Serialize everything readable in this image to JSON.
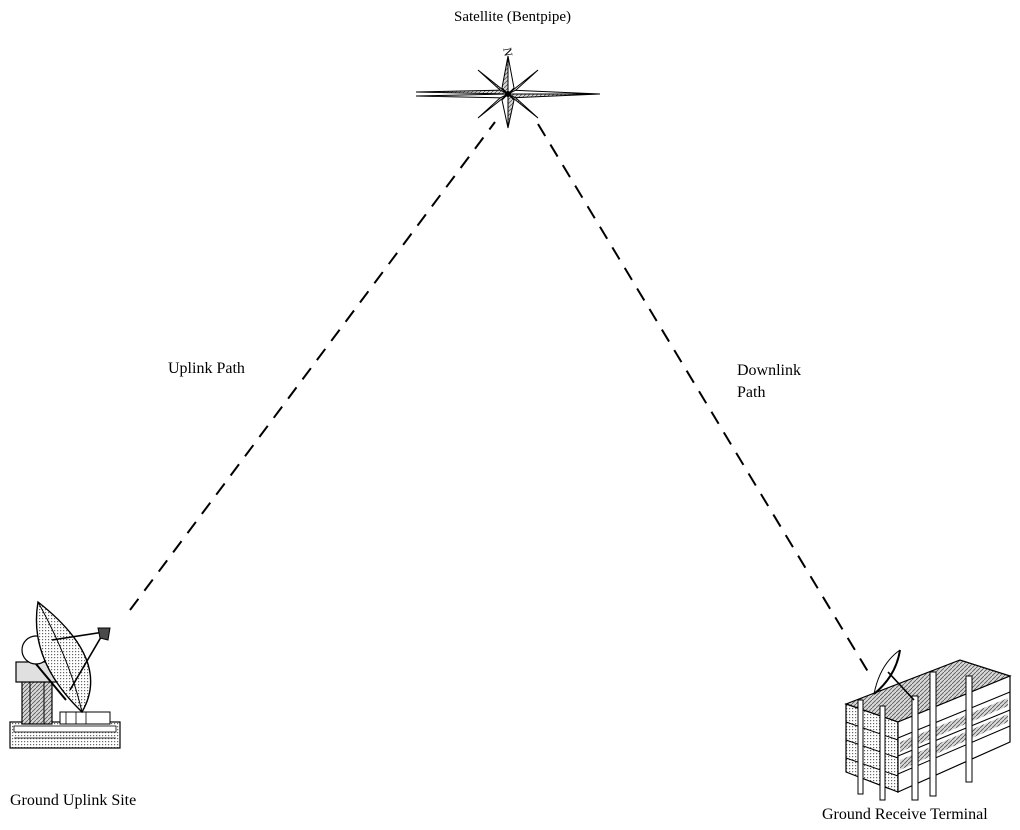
{
  "nodes": {
    "satellite": {
      "label": "Satellite (Bentpipe)",
      "icon": "compass-rose-satellite-icon",
      "compass_letter": "N"
    },
    "uplink_site": {
      "label": "Ground Uplink Site",
      "icon": "satellite-dish-icon"
    },
    "receive_terminal": {
      "label": "Ground Receive Terminal",
      "icon": "building-with-antenna-icon"
    }
  },
  "edges": {
    "uplink": {
      "label": "Uplink Path",
      "style": "dashed"
    },
    "downlink": {
      "label_line1": "Downlink",
      "label_line2": "Path",
      "style": "dashed"
    }
  },
  "colors": {
    "line": "#000000",
    "icon_fill": "#bdbdbd",
    "icon_dark": "#4a4a4a"
  }
}
